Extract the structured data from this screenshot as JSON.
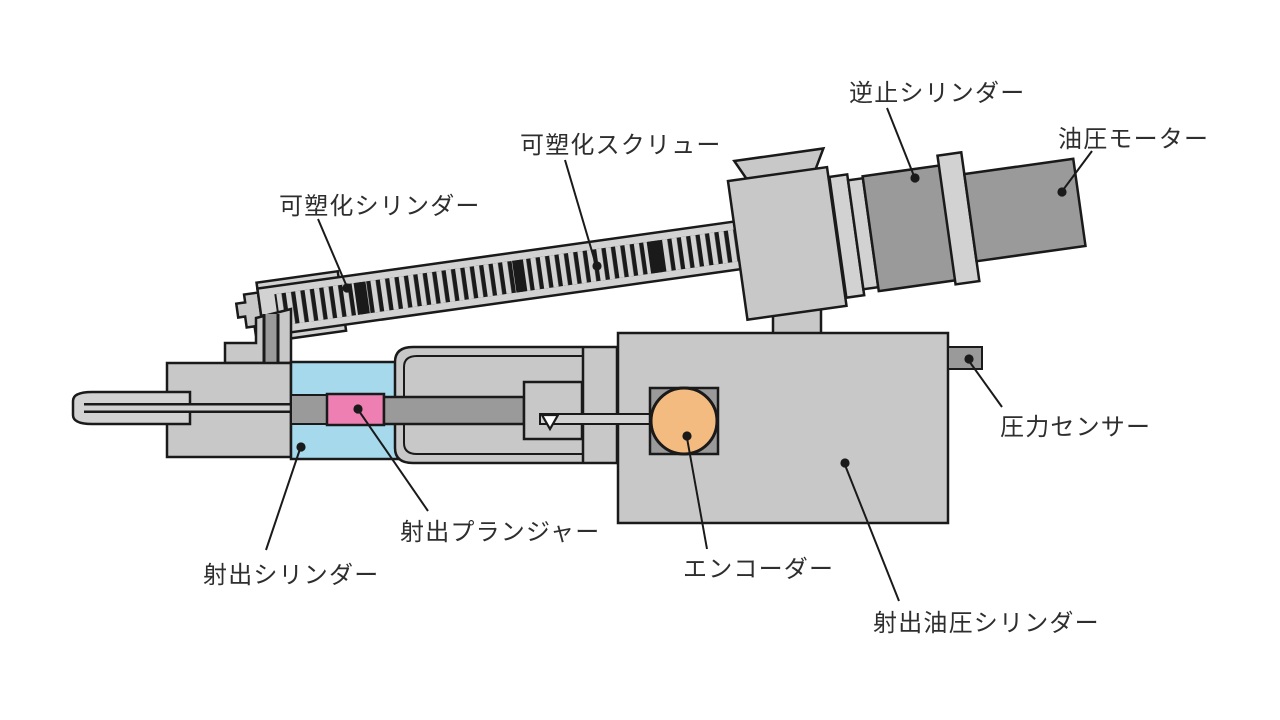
{
  "diagram": {
    "labels": {
      "plasticizing_cylinder": "可塑化シリンダー",
      "plasticizing_screw": "可塑化スクリュー",
      "check_cylinder": "逆止シリンダー",
      "hydraulic_motor": "油圧モーター",
      "pressure_sensor": "圧力センサー",
      "injection_cylinder": "射出シリンダー",
      "injection_plunger": "射出プランジャー",
      "encoder": "エンコーダー",
      "injection_hydraulic_cylinder": "射出油圧シリンダー"
    },
    "colors": {
      "background": "#ffffff",
      "machine_gray": "#c8c8c8",
      "light_gray": "#d2d2d2",
      "dark_gray": "#9a9a9a",
      "outline": "#1a1a1a",
      "cylinder_blue": "#a6d9ec",
      "plunger_pink": "#ee7fb2",
      "encoder_orange": "#f4bb80",
      "marker_white": "#ffffff",
      "label_text": "#2e2e2e"
    }
  }
}
